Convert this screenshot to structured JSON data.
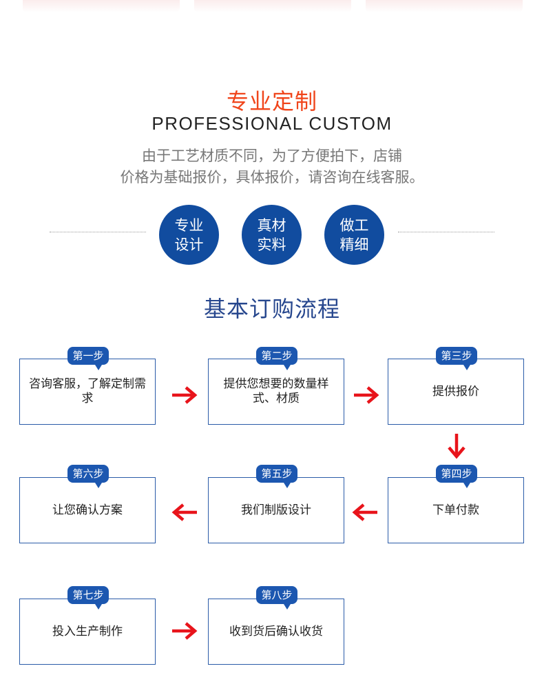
{
  "header": {
    "title_cn": "专业定制",
    "title_en": "PROFESSIONAL CUSTOM",
    "desc_line1": "由于工艺材质不同，为了方便拍下，店铺",
    "desc_line2": "价格为基础报价，具体报价，请咨询在线客服。"
  },
  "features": [
    {
      "line1": "专业",
      "line2": "设计"
    },
    {
      "line1": "真材",
      "line2": "实料"
    },
    {
      "line1": "做工",
      "line2": "精细"
    }
  ],
  "process": {
    "title": "基本订购流程",
    "steps": [
      {
        "badge": "第一步",
        "text": "咨询客服，了解定制需求"
      },
      {
        "badge": "第二步",
        "text": "提供您想要的数量样式、材质"
      },
      {
        "badge": "第三步",
        "text": "提供报价"
      },
      {
        "badge": "第四步",
        "text": "下单付款"
      },
      {
        "badge": "第五步",
        "text": "我们制版设计"
      },
      {
        "badge": "第六步",
        "text": "让您确认方案"
      },
      {
        "badge": "第七步",
        "text": "投入生产制作"
      },
      {
        "badge": "第八步",
        "text": "收到货后确认收货"
      }
    ]
  },
  "colors": {
    "accent_red": "#f0451b",
    "brand_blue": "#114c9f",
    "arrow_red": "#e8141b"
  }
}
